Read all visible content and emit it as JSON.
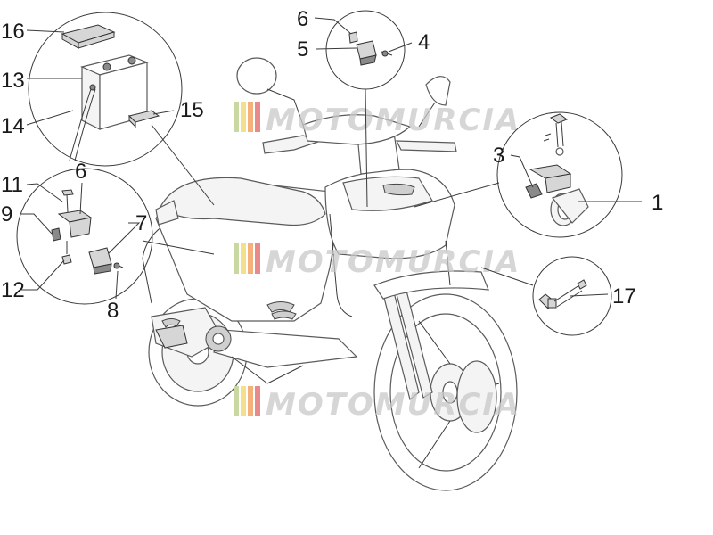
{
  "callouts": {
    "c1": "1",
    "c3": "3",
    "c4": "4",
    "c5": "5",
    "c6a": "6",
    "c6b": "6",
    "c7": "7",
    "c8": "8",
    "c9": "9",
    "c11": "11",
    "c12": "12",
    "c13": "13",
    "c14": "14",
    "c15": "15",
    "c16": "16",
    "c17": "17"
  },
  "watermark": {
    "text": "MOTOMURCIA",
    "colors": [
      "#c8d8a0",
      "#f2e08a",
      "#f6b07a",
      "#e88a8a"
    ]
  }
}
